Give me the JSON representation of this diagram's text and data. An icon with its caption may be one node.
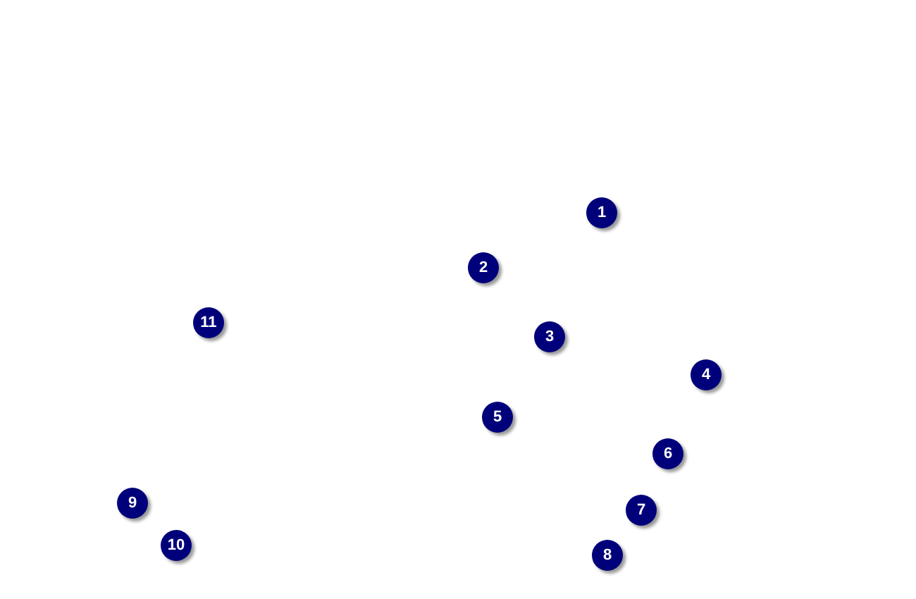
{
  "diagram": {
    "nodes": [
      {
        "text": [
          "1"
        ]
      },
      {
        "text": [
          "2"
        ]
      },
      {
        "text": [
          "11"
        ]
      },
      {
        "text": [
          "3"
        ]
      },
      {
        "text": [
          "4"
        ]
      },
      {
        "text": [
          "5"
        ]
      },
      {
        "text": [
          "6"
        ]
      },
      {
        "text": [
          "9"
        ]
      },
      {
        "text": [
          "7"
        ]
      },
      {
        "text": [
          "10"
        ]
      },
      {
        "text": [
          "8"
        ]
      }
    ],
    "edges": []
  }
}
